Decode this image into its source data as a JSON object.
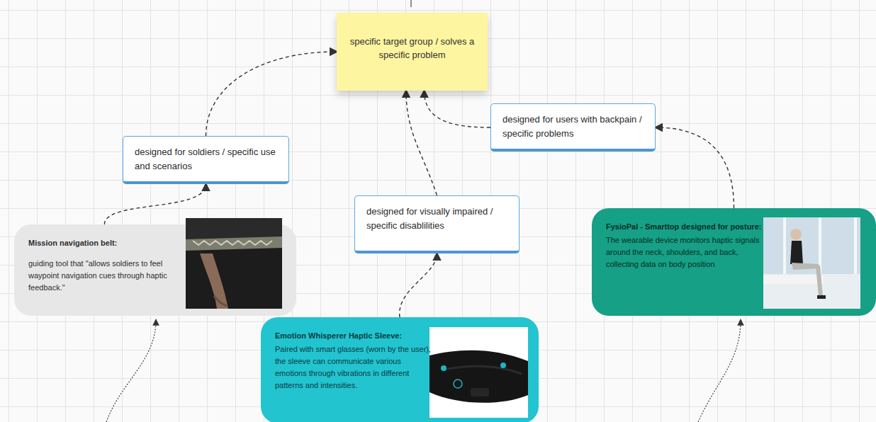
{
  "diagram": {
    "nodes": [
      {
        "text": [
          "specific target group / solves a specific problem"
        ]
      },
      {
        "text": [
          "designed for soldiers / specific use and scenarios"
        ]
      },
      {
        "text": [
          "designed for users with backpain / specific problems"
        ]
      },
      {
        "text": [
          "designed for visually impaired / specific disablilities"
        ]
      },
      {
        "text": [
          "Mission navigation belt:",
          "guiding tool that \"allows soldiers to feel waypoint navigation cues through haptic feedback.\""
        ]
      },
      {
        "text": [
          "Emotion Whisperer Haptic Sleeve:",
          "Paired with smart glasses (worn by the user), the sleeve can communicate various emotions through vibrations in different patterns and intensities."
        ]
      },
      {
        "text": [
          "FysioPal - Smarttop designed for posture:",
          "The wearable device monitors haptic signals around the neck, shoulders, and back, collecting data on body position"
        ]
      }
    ],
    "edges": [
      {
        "from": 1,
        "to": 0,
        "arrow": "to"
      },
      {
        "from": 4,
        "to": 1,
        "arrow": "to"
      },
      {
        "from": 3,
        "to": 0,
        "arrow": "to"
      },
      {
        "from": 5,
        "to": 3,
        "arrow": "to"
      },
      {
        "from": 2,
        "to": 0,
        "arrow": "to"
      },
      {
        "from": 6,
        "to": 2,
        "arrow": "to"
      }
    ]
  }
}
